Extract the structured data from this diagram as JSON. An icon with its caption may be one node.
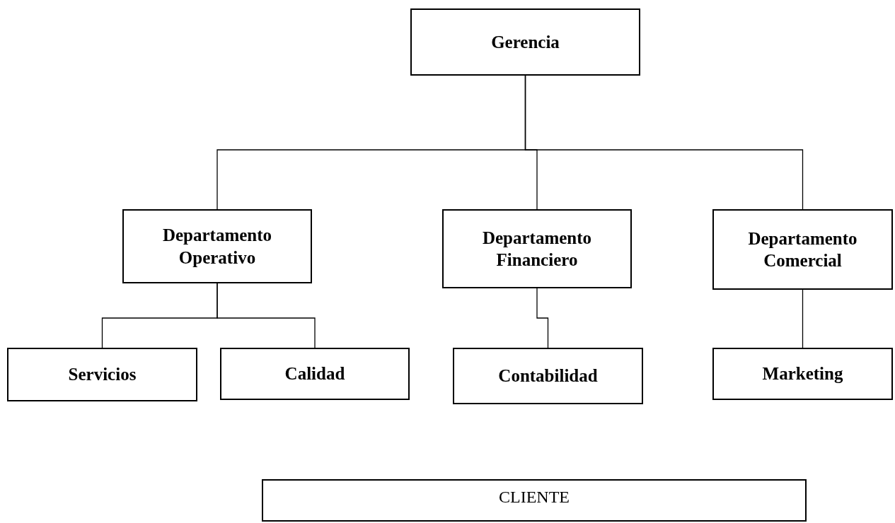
{
  "diagram": {
    "nodes": [
      {
        "text": [
          "Gerencia"
        ]
      },
      {
        "text": [
          "Departamento Operativo"
        ]
      },
      {
        "text": [
          "Departamento Financiero"
        ]
      },
      {
        "text": [
          "Departamento Comercial"
        ]
      },
      {
        "text": [
          "Servicios"
        ]
      },
      {
        "text": [
          "Calidad"
        ]
      },
      {
        "text": [
          "Contabilidad"
        ]
      },
      {
        "text": [
          "Marketing"
        ]
      },
      {
        "text": [
          "CLIENTE"
        ]
      }
    ],
    "edges": [
      {
        "from": 0,
        "to": 1,
        "arrow": "none"
      },
      {
        "from": 0,
        "to": 2,
        "arrow": "none"
      },
      {
        "from": 0,
        "to": 3,
        "arrow": "none"
      },
      {
        "from": 1,
        "to": 4,
        "arrow": "none"
      },
      {
        "from": 1,
        "to": 5,
        "arrow": "none"
      },
      {
        "from": 2,
        "to": 6,
        "arrow": "none"
      },
      {
        "from": 3,
        "to": 7,
        "arrow": "none"
      }
    ]
  }
}
